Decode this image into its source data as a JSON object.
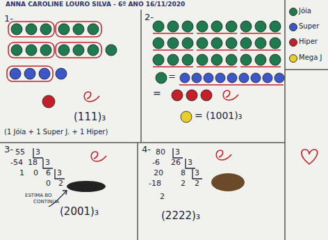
{
  "diagram": {
    "title": "ANNA CAROLINE LOURO SILVA - 6º ANO 16/11/2020",
    "labels": [
      "1-",
      "(111)₃",
      "(1 Jóia + 1 Super J. + 1 Hiper)",
      "2-",
      "=",
      "=",
      "= (1001)₃",
      "3-",
      "55",
      "3",
      "-54",
      "18",
      "3",
      "1",
      "0",
      "6",
      "3",
      "0",
      "2",
      "ESTIMA BO",
      "CONTINUA",
      "(2001)₃",
      "4-",
      "80",
      "3",
      "-6",
      "26",
      "3",
      "20",
      "8",
      "3",
      "-18",
      "2",
      "2",
      "2",
      "(2222)₃"
    ],
    "legend": [
      {
        "text": "Jóia",
        "color": "#1f7a4f"
      },
      {
        "text": "Super",
        "color": "#3b57c9"
      },
      {
        "text": "Hiper",
        "color": "#c4202a"
      },
      {
        "text": "Mega J",
        "color": "#e6cf2a"
      }
    ]
  }
}
